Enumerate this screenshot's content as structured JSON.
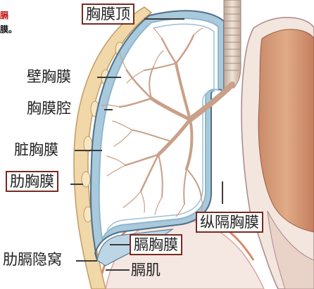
{
  "labels": {
    "pleural_apex": "胸膜顶",
    "parietal_pleura": "壁胸膜",
    "pleural_cavity": "胸膜腔",
    "visceral_pleura": "脏胸膜",
    "costal_pleura": "肋胸膜",
    "mediastinal_pleura": "纵隔胸膜",
    "costodiaphragmatic_recess": "肋膈隐窝",
    "diaphragmatic_pleura": "膈胸膜",
    "diaphragm": "膈肌"
  },
  "corner_text": {
    "line1": "膈",
    "line2": "膜。"
  },
  "colors": {
    "label_box_border": "#7a2a1e",
    "pleura_blue": "#8fb6cf",
    "pleura_dark": "#4f6f88",
    "rib_wall": "#f0d8a8",
    "bronchi": "#c9a088",
    "right_lung": "#d9a17e",
    "diaphragm_red": "#d98a6a"
  }
}
